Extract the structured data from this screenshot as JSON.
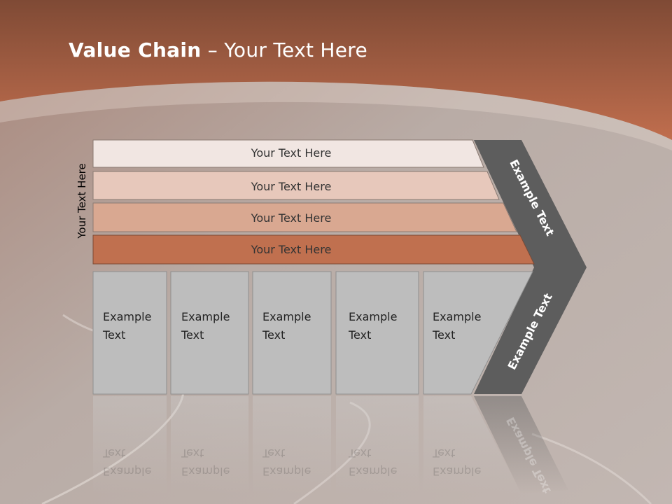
{
  "slide": {
    "title_bold": "Value Chain",
    "title_rest": " – Your Text Here",
    "side_label": "Your Text Here",
    "support_activities": [
      {
        "label": "Your Text Here"
      },
      {
        "label": "Your Text Here"
      },
      {
        "label": "Your Text Here"
      },
      {
        "label": "Your Text Here"
      }
    ],
    "primary_activities": [
      {
        "line1": "Example",
        "line2": "Text"
      },
      {
        "line1": "Example",
        "line2": "Text"
      },
      {
        "line1": "Example",
        "line2": "Text"
      },
      {
        "line1": "Example",
        "line2": "Text"
      },
      {
        "line1": "Example",
        "line2": "Text"
      }
    ],
    "margin_top_label": "Example Text",
    "margin_bottom_label": "Example Text",
    "reflection_label": "Example Text"
  },
  "colors": {
    "header_dark": "#7f4a35",
    "header_light": "#c06e4e",
    "support_1": "#f1e6e2",
    "support_2": "#e7c8bb",
    "support_3": "#d9a891",
    "support_4": "#c0704f",
    "primary_box": "#bdbdbd",
    "chevron": "#5d5d5d"
  }
}
